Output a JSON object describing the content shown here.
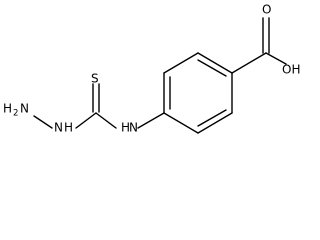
{
  "molecule": {
    "atoms": {
      "sulfur": "S",
      "hydroxyl": "OH",
      "carbonyl_oxygen": "O",
      "hydrazine_amine": {
        "main": "H",
        "sub": "2",
        "tail": "N"
      },
      "hydrazine_nh": "N",
      "hydrazine_nh_h": "H",
      "aryl_nh_h": "H",
      "aryl_nh": "N"
    }
  }
}
